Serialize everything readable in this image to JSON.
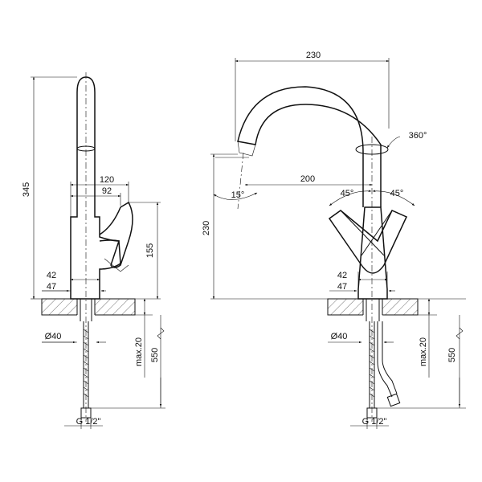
{
  "side_view": {
    "height_total": "345",
    "handle_reach": "120",
    "handle_length": "92",
    "handle_height": "155",
    "base_width": "42",
    "base_width_outer": "47",
    "hole_diameter": "Ø40",
    "max_thickness": "max.20",
    "hose_length": "550",
    "thread": "G 1/2\""
  },
  "front_view": {
    "spout_width": "230",
    "spout_height": "230",
    "swivel": "360°",
    "spout_reach": "200",
    "spout_angle": "15°",
    "lever_angle_left": "45°",
    "lever_angle_right": "45°",
    "base_width": "42",
    "base_width_outer": "47",
    "hole_diameter": "Ø40",
    "max_thickness": "max.20",
    "hose_length": "550",
    "thread": "G 1/2\""
  }
}
